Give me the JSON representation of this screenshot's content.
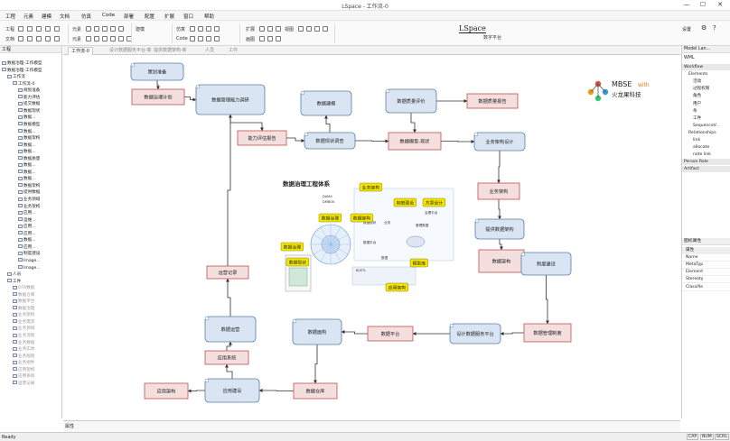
{
  "window": {
    "title": "LSpace - 工作流-0",
    "minimize": "—",
    "maximize": "☐",
    "close": "✕"
  },
  "menu": [
    "工程",
    "元素",
    "建模",
    "文档",
    "仿真",
    "Code",
    "部署",
    "配置",
    "扩展",
    "窗口",
    "帮助"
  ],
  "ribbon": {
    "row1": [
      "工程",
      "元素",
      "建模",
      "仿真",
      "扩展",
      "视图"
    ],
    "row2": [
      "文档",
      "元素",
      "Code",
      "画图"
    ],
    "settings": "设置",
    "brand": "LSpace",
    "brand_sub": "数字平台"
  },
  "left_panel": {
    "title": "工程",
    "items": [
      {
        "l": "数据治理-工作模型",
        "d": 0
      },
      {
        "l": "数据治理-工作模型",
        "d": 0
      },
      {
        "l": "工作流",
        "d": 1
      },
      {
        "l": "工作流-0",
        "d": 2
      },
      {
        "l": "规划准备",
        "d": 3
      },
      {
        "l": "能力评估",
        "d": 3
      },
      {
        "l": "提交数据",
        "d": 3
      },
      {
        "l": "数据现状",
        "d": 3
      },
      {
        "l": "数据...",
        "d": 3
      },
      {
        "l": "数据模型",
        "d": 3
      },
      {
        "l": "数据...",
        "d": 3
      },
      {
        "l": "数据架构",
        "d": 3
      },
      {
        "l": "数据...",
        "d": 3
      },
      {
        "l": "数据...",
        "d": 3
      },
      {
        "l": "数据质量",
        "d": 3
      },
      {
        "l": "数据...",
        "d": 3
      },
      {
        "l": "数据...",
        "d": 3
      },
      {
        "l": "数据...",
        "d": 3
      },
      {
        "l": "数据架构",
        "d": 3
      },
      {
        "l": "提供数据",
        "d": 3
      },
      {
        "l": "业务领域",
        "d": 3
      },
      {
        "l": "业务架构",
        "d": 3
      },
      {
        "l": "应用...",
        "d": 3
      },
      {
        "l": "运维...",
        "d": 3
      },
      {
        "l": "应用...",
        "d": 3
      },
      {
        "l": "应用...",
        "d": 3
      },
      {
        "l": "数据...",
        "d": 3
      },
      {
        "l": "应用...",
        "d": 3
      },
      {
        "l": "制度建设",
        "d": 3
      },
      {
        "l": "Image...",
        "d": 3
      },
      {
        "l": "Image...",
        "d": 3
      },
      {
        "l": "人员",
        "d": 1
      },
      {
        "l": "工件",
        "d": 1
      },
      {
        "l": "OTA数据",
        "d": 2
      },
      {
        "l": "数据仓库",
        "d": 2
      },
      {
        "l": "数据平台",
        "d": 2
      },
      {
        "l": "数据治理",
        "d": 2
      },
      {
        "l": "业务架构",
        "d": 2
      },
      {
        "l": "业务需求",
        "d": 2
      },
      {
        "l": "业务领域",
        "d": 2
      },
      {
        "l": "业务流程",
        "d": 2
      },
      {
        "l": "业务数据",
        "d": 2
      },
      {
        "l": "业务实体",
        "d": 2
      },
      {
        "l": "业务规则",
        "d": 2
      },
      {
        "l": "业务组件",
        "d": 2
      },
      {
        "l": "应用架构",
        "d": 2
      },
      {
        "l": "应用系统",
        "d": 2
      },
      {
        "l": "运营记录",
        "d": 2
      }
    ]
  },
  "tabs": [
    "工作流-0",
    "设计数据服务平台-新",
    "提供数据架构-新",
    "人员",
    "工件"
  ],
  "right_panel": {
    "title": "Model Lan...",
    "wml": "WML",
    "tree": [
      {
        "l": "Workflow",
        "d": 0,
        "h": 1
      },
      {
        "l": "Elements",
        "d": 1
      },
      {
        "l": "活动",
        "d": 2
      },
      {
        "l": "过程权限",
        "d": 2
      },
      {
        "l": "角色",
        "d": 2
      },
      {
        "l": "用户",
        "d": 2
      },
      {
        "l": "条",
        "d": 2
      },
      {
        "l": "工件",
        "d": 2
      },
      {
        "l": "SequenceV...",
        "d": 2
      },
      {
        "l": "Relationships",
        "d": 1
      },
      {
        "l": "link",
        "d": 2
      },
      {
        "l": "allocate",
        "d": 2
      },
      {
        "l": "note link",
        "d": 2
      },
      {
        "l": "Person Role",
        "d": 0,
        "h": 1
      },
      {
        "l": "Artifact",
        "d": 0,
        "h": 1
      }
    ],
    "props_title": "图标属性",
    "props": [
      "属性",
      "Name",
      "MetaTyp",
      "Element",
      "Stereoty",
      "Classifie"
    ]
  },
  "diagram": {
    "logo_brand": "MBSE",
    "logo_with": "with",
    "logo_name": "火龙果科技",
    "image_title": "数据治理工程体系",
    "nodes": [
      {
        "id": "n1",
        "t": "策划准备",
        "k": "act"
      },
      {
        "id": "n2",
        "t": "数据治理计划",
        "k": "art"
      },
      {
        "id": "n3",
        "t": "数据管理能力调研",
        "k": "act"
      },
      {
        "id": "n4",
        "t": "能力评估报告",
        "k": "art"
      },
      {
        "id": "n5",
        "t": "数据现状调查",
        "k": "act"
      },
      {
        "id": "n6",
        "t": "数据建模",
        "k": "act"
      },
      {
        "id": "n7",
        "t": "数据质量评价",
        "k": "act"
      },
      {
        "id": "n8",
        "t": "数据质量报告",
        "k": "art"
      },
      {
        "id": "n9",
        "t": "数据模型-现状",
        "k": "art"
      },
      {
        "id": "n10",
        "t": "业务架构设计",
        "k": "act"
      },
      {
        "id": "n11",
        "t": "业务架构",
        "k": "art"
      },
      {
        "id": "n12",
        "t": "提供数据架构",
        "k": "act"
      },
      {
        "id": "n13",
        "t": "数据架构",
        "k": "art"
      },
      {
        "id": "n14",
        "t": "制度建设",
        "k": "act"
      },
      {
        "id": "n15",
        "t": "数据管理制度",
        "k": "art"
      },
      {
        "id": "n16",
        "t": "设计数据服务平台",
        "k": "act"
      },
      {
        "id": "n17",
        "t": "数据平台",
        "k": "art"
      },
      {
        "id": "n18",
        "t": "数据面构",
        "k": "act"
      },
      {
        "id": "n19",
        "t": "数据仓库",
        "k": "art"
      },
      {
        "id": "n20",
        "t": "应用建设",
        "k": "act"
      },
      {
        "id": "n21",
        "t": "应用架构",
        "k": "art"
      },
      {
        "id": "n22",
        "t": "应用系统",
        "k": "art"
      },
      {
        "id": "n23",
        "t": "数据运营",
        "k": "act"
      },
      {
        "id": "n24",
        "t": "运营记录",
        "k": "art"
      }
    ],
    "callouts": [
      "业务架构",
      "数据治理",
      "数据架构",
      "制度建设",
      "方案设计",
      "数据治理",
      "数据现状",
      "模型库",
      "应用架构"
    ],
    "image_labels": [
      "DAMA",
      "DMBOK",
      "数据现状",
      "数据平台",
      "业务",
      "数据",
      "BI/ETL",
      "管理数据",
      "治理平台"
    ]
  },
  "bottom_panel": {
    "title": "属性"
  },
  "status": {
    "left": "Ready",
    "r1": "CAP",
    "r2": "NUM",
    "r3": "SCRL"
  },
  "colors": {
    "activity_fill": "#d9e5f3",
    "activity_border": "#5a7ca8",
    "artifact_fill": "#f4dede",
    "artifact_border": "#c05050",
    "callout": "#f5e600"
  }
}
